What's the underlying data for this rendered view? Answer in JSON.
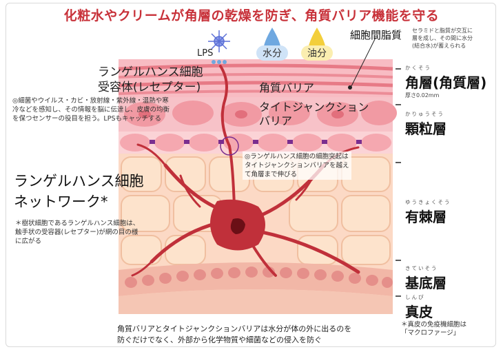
{
  "title": "化粧水やクリームが角層の乾燥を防ぎ、角質バリア機能を守る",
  "inputs": {
    "lps": "LPS",
    "water": "水分",
    "oil": "油分"
  },
  "intercellular": {
    "label": "細胞間脂質",
    "note_lines": [
      "セラミドと脂質が交互に",
      "層を成し、その間に水分",
      "(結合水)が蓄えられる"
    ]
  },
  "langerhans_receptor": {
    "title_lines": [
      "ランゲルハンス細胞",
      "受容体(レセプター)"
    ],
    "note_lines": [
      "◎細菌やウイルス・カビ・放射線・紫外線・温熱や寒",
      "冷などを感知し、その情報を脳に伝達し、皮膚の均衡",
      "を保つセンサーの役目を担う。LPSもキャッチする"
    ]
  },
  "barriers": {
    "keratin_barrier": "角質バリア",
    "tight_junction_lines": [
      "タイトジャンクション",
      "バリア"
    ]
  },
  "dendrite_note_lines": [
    "◎ランゲルハンス細胞の細胞突起は",
    "タイトジャンクションバリアを越え",
    "て角層まで伸びる"
  ],
  "network": {
    "title_lines": [
      "ランゲルハンス細胞",
      "ネットワーク*"
    ],
    "note_lines": [
      "＊樹状細胞であるランゲルハンス細胞は、",
      "触手状の受容器(レセプター)が網の目の様",
      "に広がる"
    ]
  },
  "layers": [
    {
      "ruby": "かくそう",
      "name": "角層(角質層)",
      "sub": "厚さ0.02mm"
    },
    {
      "ruby": "かりゅうそう",
      "name": "顆粒層",
      "sub": ""
    },
    {
      "ruby": "ゆうきょくそう",
      "name": "有棘層",
      "sub": ""
    },
    {
      "ruby": "きていそう",
      "name": "基底層",
      "sub": ""
    },
    {
      "ruby": "しんぴ",
      "name": "真皮",
      "sub": ""
    }
  ],
  "macrophage_note_lines": [
    "＊真皮の免疫機細胞は",
    "「マクロファージ」"
  ],
  "footer_lines": [
    "角質バリアとタイトジャンクションバリアは水分が体の外に出るのを",
    "防ぐだけでなく、外部から化学物質や細菌などの侵入を防ぐ"
  ],
  "colors": {
    "title": "#c8323a",
    "stratum_corneum": "#e77a86",
    "granular_cell": "#f19aa3",
    "spinous_cell": "#fde3cc",
    "langerhans": "#c0303a",
    "tight_junction": "#7a2e8f",
    "water_drop": "#6fa8e0",
    "oil_drop": "#f3cf3c",
    "lps": "#5b6fd6"
  }
}
